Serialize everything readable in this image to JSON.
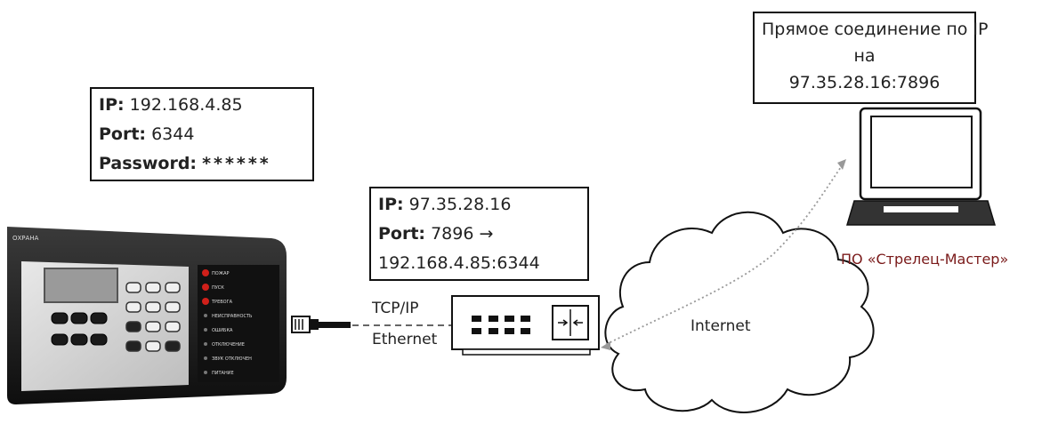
{
  "device_info": {
    "ip_label": "IP:",
    "ip_value": "192.168.4.85",
    "port_label": "Port:",
    "port_value": "6344",
    "password_label": "Password:",
    "password_value": "******"
  },
  "router_info": {
    "ip_label": "IP:",
    "ip_value": "97.35.28.16",
    "port_label": "Port:",
    "port_value": "7896",
    "arrow": "→",
    "forward_target": "192.168.4.85:6344"
  },
  "pc_info": {
    "line1": "Прямое соединение по IP",
    "line2": "на",
    "line3": "97.35.28.16:7896"
  },
  "link_labels": {
    "protocol": "TCP/IP",
    "medium": "Ethernet",
    "internet": "Internet",
    "software": "ПО «Стрелец-Мастер»"
  },
  "panel": {
    "brand": "ОХРАНА",
    "indicators": [
      "ПОЖАР",
      "ПУСК",
      "ТРЕВОГА",
      "НЕИСПРАВНОСТЬ",
      "ОШИБКА",
      "ОТКЛЮЧЕНИЕ",
      "ЗВУК ОТКЛЮЧЕН",
      "ПИТАНИЕ"
    ]
  },
  "colors": {
    "led_red": "#d0201a",
    "software_label": "#7a1a1a",
    "panel_body": "#1d1d1d",
    "panel_face": "#d9d9d9"
  }
}
